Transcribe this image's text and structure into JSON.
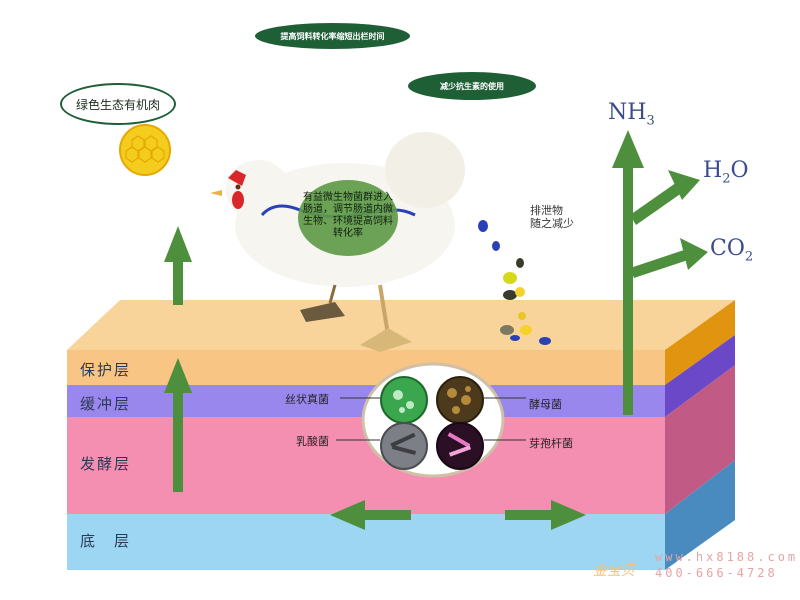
{
  "bubbles": {
    "feed_conversion": "提高饲料转化率缩短出栏时间",
    "reduce_antibiotics": "减少抗生素的使用"
  },
  "callout": {
    "green_meat": "绿色生态有机肉"
  },
  "chicken_gut_note": "有益微生物菌群进入肠道，调节肠道内微生物、环境提高饲料转化率",
  "excreta_note": [
    "排泄物",
    "随之减少"
  ],
  "gases": {
    "nh3": {
      "base": "NH",
      "sub": "3"
    },
    "h2o": {
      "base": "H",
      "sub": "2",
      "tail": "O"
    },
    "co2": {
      "base": "CO",
      "sub": "2"
    }
  },
  "layers": [
    {
      "name": "保护层",
      "color": "#f9c585"
    },
    {
      "name": "缓冲层",
      "color": "#9a87ee"
    },
    {
      "name": "发酵层",
      "color": "#f58fb1"
    },
    {
      "name": "底　层",
      "color": "#9dd6f3"
    }
  ],
  "microbes": {
    "filamentous_fungi": "丝状真菌",
    "yeast": "酵母菌",
    "lactic_acid_bacteria": "乳酸菌",
    "bacillus": "芽孢杆菌"
  },
  "watermark": {
    "url": "www.hx8188.com",
    "phone": "400-666-4728",
    "logo": "金宝贝"
  },
  "colors": {
    "arrow_green": "#4e8f3d",
    "bubble_green": "#1f5f36",
    "top_surface": "#f9d49a",
    "side_orange": "#e0940f",
    "side_purple": "#6a48c8",
    "side_pink": "#c25a86",
    "side_blue": "#4a8bbf"
  }
}
